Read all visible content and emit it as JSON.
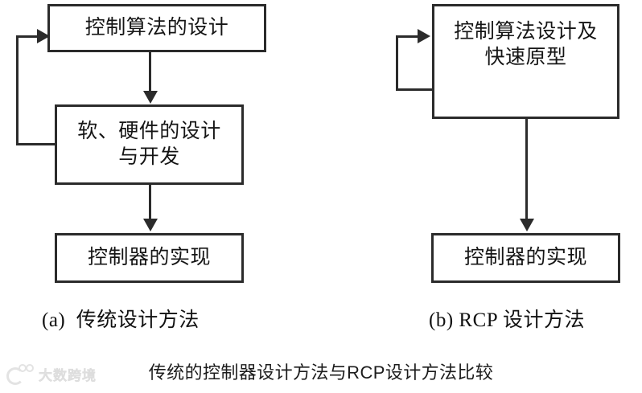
{
  "figure": {
    "caption": "传统的控制器设计方法与RCP设计方法比较",
    "background_color": "#ffffff",
    "line_color": "#2b2b2b",
    "text_color": "#151515"
  },
  "panels": [
    {
      "id": "traditional",
      "label": "(a)  传统设计方法",
      "boxes": [
        {
          "id": "a-box-1",
          "text": "控制算法的设计"
        },
        {
          "id": "a-box-2",
          "text": "软、硬件的设计\n与开发"
        },
        {
          "id": "a-box-3",
          "text": "控制器的实现"
        }
      ],
      "connectors": [
        {
          "id": "a-arrow-1",
          "from": "a-box-1",
          "to": "a-box-2",
          "kind": "arrow-down"
        },
        {
          "id": "a-arrow-2",
          "from": "a-box-2",
          "to": "a-box-3",
          "kind": "arrow-down"
        },
        {
          "id": "a-feedback",
          "from": "a-box-2",
          "to": "a-box-1",
          "kind": "feedback-loop-left"
        }
      ]
    },
    {
      "id": "rcp",
      "label": "(b) RCP 设计方法",
      "boxes": [
        {
          "id": "b-box-1",
          "text": "控制算法设计及\n快速原型"
        },
        {
          "id": "b-box-2",
          "text": "控制器的实现"
        }
      ],
      "connectors": [
        {
          "id": "b-arrow-1",
          "from": "b-box-1",
          "to": "b-box-2",
          "kind": "arrow-down"
        },
        {
          "id": "b-feedback",
          "from": "b-box-1",
          "to": "b-box-1",
          "kind": "feedback-loop-left"
        }
      ]
    }
  ],
  "watermark": {
    "text": "大数跨境"
  }
}
